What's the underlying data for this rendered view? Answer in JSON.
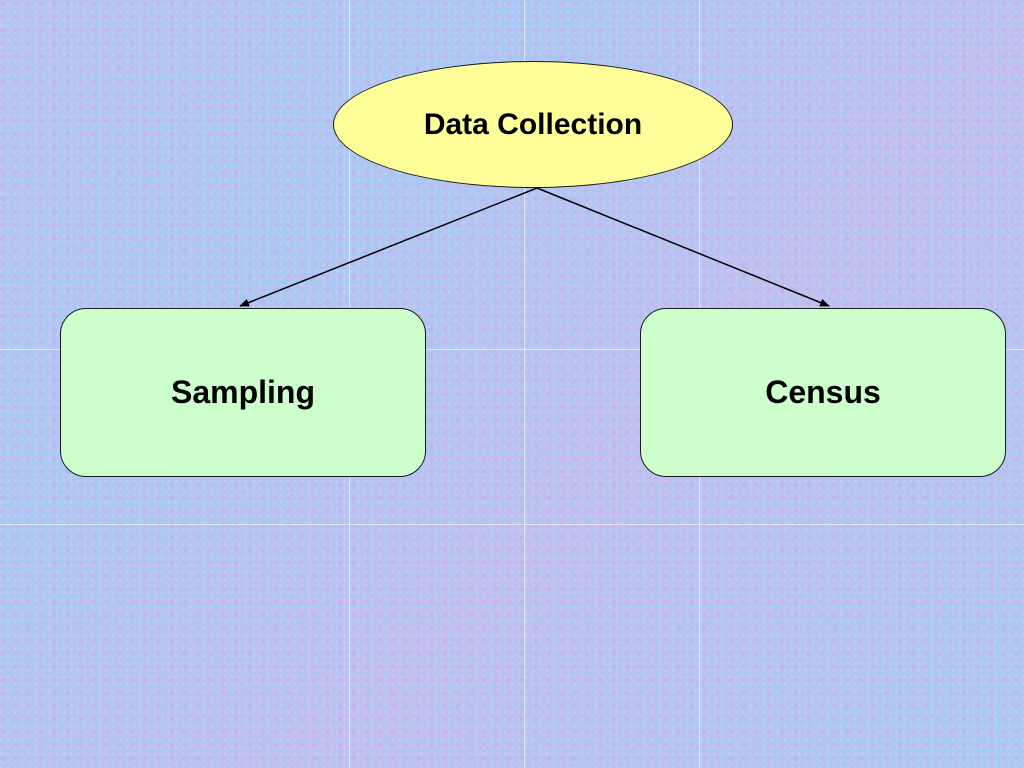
{
  "diagram": {
    "root": {
      "label": "Data Collection",
      "fill": "#ffff99"
    },
    "children": [
      {
        "label": "Sampling",
        "fill": "#ccffcc"
      },
      {
        "label": "Census",
        "fill": "#ccffcc"
      }
    ],
    "edges": [
      {
        "from": "Data Collection",
        "to": "Sampling"
      },
      {
        "from": "Data Collection",
        "to": "Census"
      }
    ],
    "line_color": "#000000"
  }
}
